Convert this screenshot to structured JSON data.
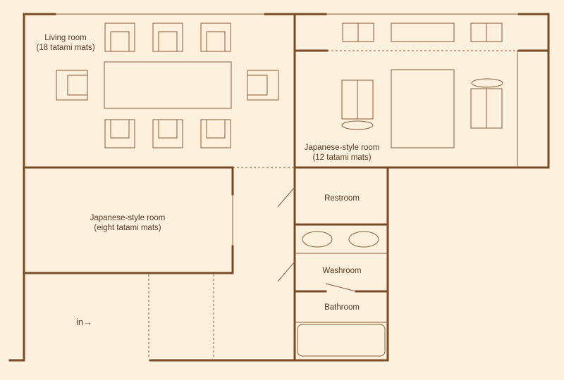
{
  "rooms": {
    "living": {
      "name": "Living room",
      "size": "(18 tatami mats)"
    },
    "japanese_12": {
      "name": "Japanese-style room",
      "size": "(12 tatami mats)"
    },
    "japanese_8": {
      "name": "Japanese-style room",
      "size": "(eight tatami mats)"
    },
    "restroom": {
      "name": "Restroom"
    },
    "washroom": {
      "name": "Washroom"
    },
    "bathroom": {
      "name": "Bathroom"
    }
  },
  "entrance": {
    "label": "in→"
  },
  "colors": {
    "background": "#fdf0dd",
    "wall": "#7a4a26",
    "line": "#8a5a36",
    "text": "#5a3a22"
  }
}
